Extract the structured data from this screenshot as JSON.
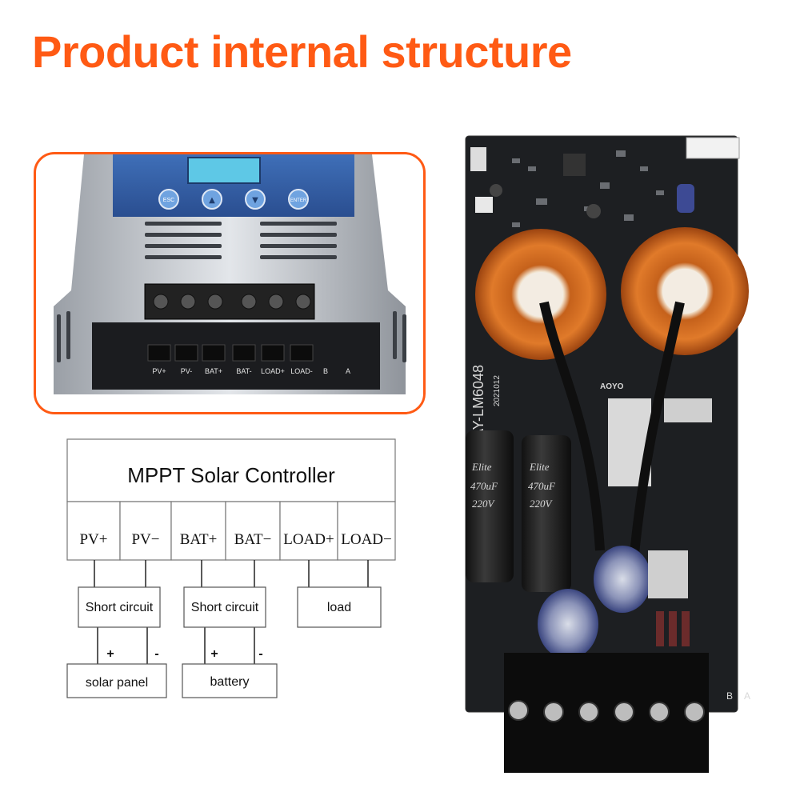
{
  "page": {
    "title": "Product internal structure"
  },
  "photo": {
    "buttons": [
      "ESC",
      "▲",
      "▼",
      "ENTER"
    ],
    "terminal_labels": [
      "PV+",
      "PV-",
      "BAT+",
      "BAT-",
      "LOAD+",
      "LOAD-"
    ],
    "aux_labels": [
      "B",
      "A"
    ]
  },
  "diagram": {
    "controller_title": "MPPT Solar Controller",
    "terminals": [
      "PV+",
      "PV−",
      "BAT+",
      "BAT−",
      "LOAD+",
      "LOAD−"
    ],
    "short_circuit_1": "Short circuit",
    "short_circuit_2": "Short circuit",
    "load": "load",
    "solar_panel": "solar panel",
    "battery": "battery",
    "plus_1": "+",
    "minus_1": "-",
    "plus_2": "+",
    "minus_2": "-"
  },
  "pcb": {
    "model": "AY-LM6048",
    "date": "2021012",
    "brand": "AOYO",
    "capacitor_brand": "Elite",
    "capacitor_value": "470uF",
    "capacitor_voltage": "220V",
    "aux_labels": [
      "B",
      "A"
    ]
  }
}
